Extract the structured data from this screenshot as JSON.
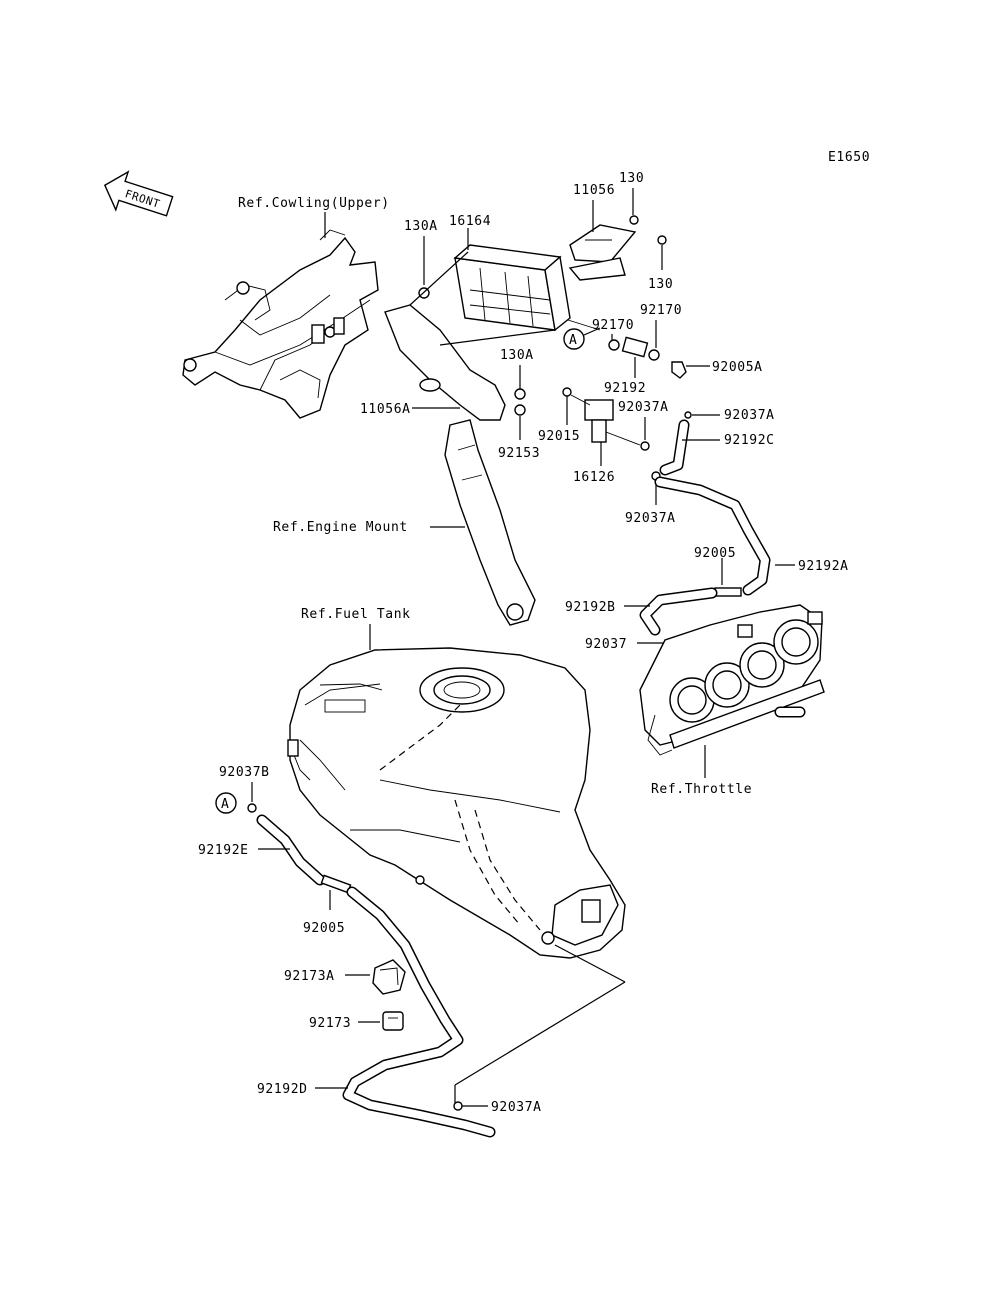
{
  "diagram_code": "E1650",
  "front_label": "FRONT",
  "refs": {
    "cowling": "Ref.Cowling(Upper)",
    "engine_mount": "Ref.Engine Mount",
    "fuel_tank": "Ref.Fuel Tank",
    "throttle": "Ref.Throttle"
  },
  "callout_marker": "A",
  "parts": {
    "p11056": "11056",
    "p130_top": "130",
    "p16164": "16164",
    "p130A_top": "130A",
    "p130_right": "130",
    "p92170_a": "92170",
    "p92170_b": "92170",
    "p92192": "92192",
    "p92005A": "92005A",
    "p130A_mid": "130A",
    "p11056A": "11056A",
    "p92037A_a": "92037A",
    "p92037A_b": "92037A",
    "p92015": "92015",
    "p92192C": "92192C",
    "p92153": "92153",
    "p16126": "16126",
    "p92037A_c": "92037A",
    "p92005_right": "92005",
    "p92192A": "92192A",
    "p92192B": "92192B",
    "p92037": "92037",
    "p92037B": "92037B",
    "p92192E": "92192E",
    "p92005_left": "92005",
    "p92173A": "92173A",
    "p92173": "92173",
    "p92192D": "92192D",
    "p92037A_d": "92037A"
  }
}
